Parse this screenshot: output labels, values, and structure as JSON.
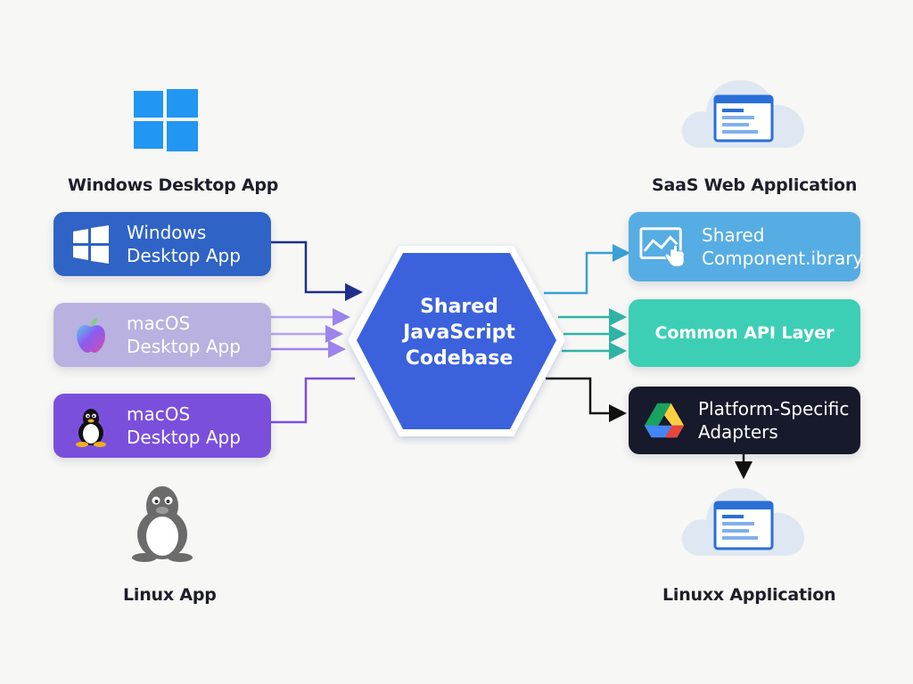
{
  "center": {
    "line1": "Shared",
    "line2": "JavaScript",
    "line3": "Codebase"
  },
  "left": {
    "top_caption": "Windows Desktop App",
    "bottom_caption": "Linux App",
    "boxes": [
      {
        "line1": "Windows",
        "line2": "Desktop App",
        "icon": "windows-logo-icon",
        "color": "#2f63c6"
      },
      {
        "line1": "macOS",
        "line2": "Desktop App",
        "icon": "apple-logo-icon",
        "color": "#b9b1e0"
      },
      {
        "line1": "macOS",
        "line2": "Desktop App",
        "icon": "linux-penguin-icon",
        "color": "#7a4fdc"
      }
    ]
  },
  "right": {
    "top_caption": "SaaS Web Application",
    "bottom_caption": "Linuxx Application",
    "boxes": [
      {
        "line1": "Shared",
        "line2": "Component.ibrary",
        "icon": "browser-chart-icon",
        "color": "#56ade3"
      },
      {
        "line1": "Common API Layer",
        "icon": "",
        "color": "#3ccfb6"
      },
      {
        "line1": "Platform-Specific",
        "line2": "Adapters",
        "icon": "google-drive-icon",
        "color": "#161a2b"
      }
    ]
  },
  "colors": {
    "background": "#f7f7f5",
    "hex": "#3b62dc",
    "wire_dark": "#1a2466",
    "wire_purple": "#a78bfa",
    "wire_teal": "#2fb8a8"
  }
}
